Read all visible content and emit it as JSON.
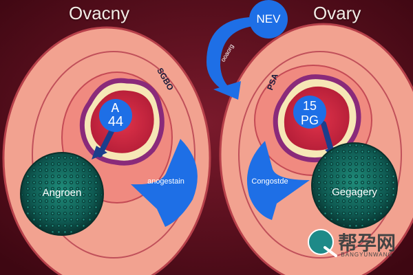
{
  "left_panel": {
    "title": "Ovacny",
    "side_label": "SGBO",
    "badge_line1": "Ꭺ",
    "badge_line2": "44",
    "cell_label": "Angroen",
    "arrow_label": "anogestain"
  },
  "right_panel": {
    "title": "Ovary",
    "side_label": "PSA",
    "badge_line1": "15",
    "badge_line2": "PG",
    "cell_label": "Gegagery",
    "arrow_label": "Congostde"
  },
  "top_badge": {
    "label": "NEV",
    "arrow_label": "ooaorg"
  },
  "watermark": {
    "text_cn": "帮孕网",
    "text_en": "BANGYUNWANG"
  },
  "colors": {
    "background": "#5a0f1e",
    "ovary_outer": "#f2a290",
    "ovary_inner": "#f08a80",
    "follicle_ring": "#8a2a7a",
    "arrow_blue": "#1e6fe6",
    "cell_teal": "#0f5a52"
  }
}
